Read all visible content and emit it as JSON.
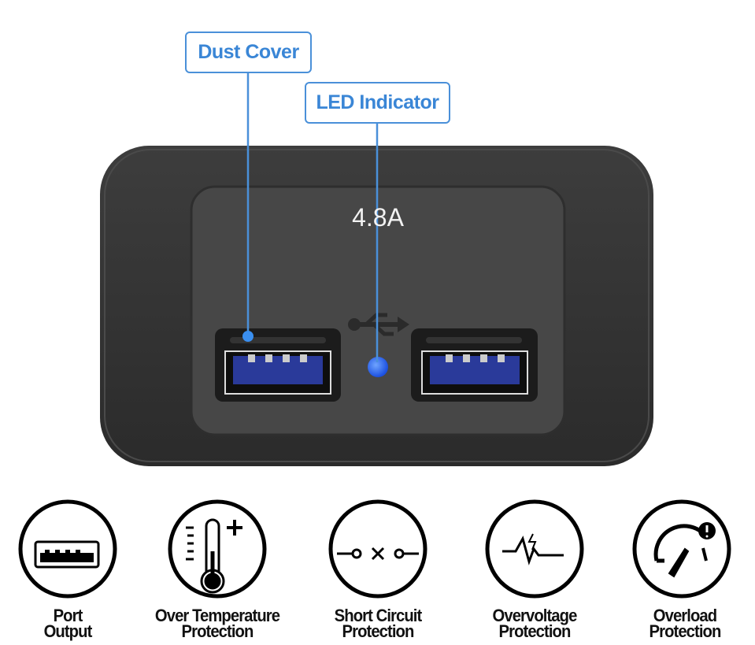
{
  "callouts": {
    "dust_cover": "Dust Cover",
    "led_indicator": "LED Indicator"
  },
  "device": {
    "rating": "4.8A",
    "led_color": "#2f6df5",
    "accent_color": "#4a90d9"
  },
  "features": [
    {
      "icon": "usb-port-icon",
      "line1": "Port",
      "line2": "Output"
    },
    {
      "icon": "thermometer-icon",
      "line1": "Over Temperature",
      "line2": "Protection"
    },
    {
      "icon": "short-circuit-icon",
      "line1": "Short Circuit",
      "line2": "Protection"
    },
    {
      "icon": "overvoltage-icon",
      "line1": "Overvoltage",
      "line2": "Protection"
    },
    {
      "icon": "overload-gauge-icon",
      "line1": "Overload",
      "line2": "Protection"
    }
  ]
}
